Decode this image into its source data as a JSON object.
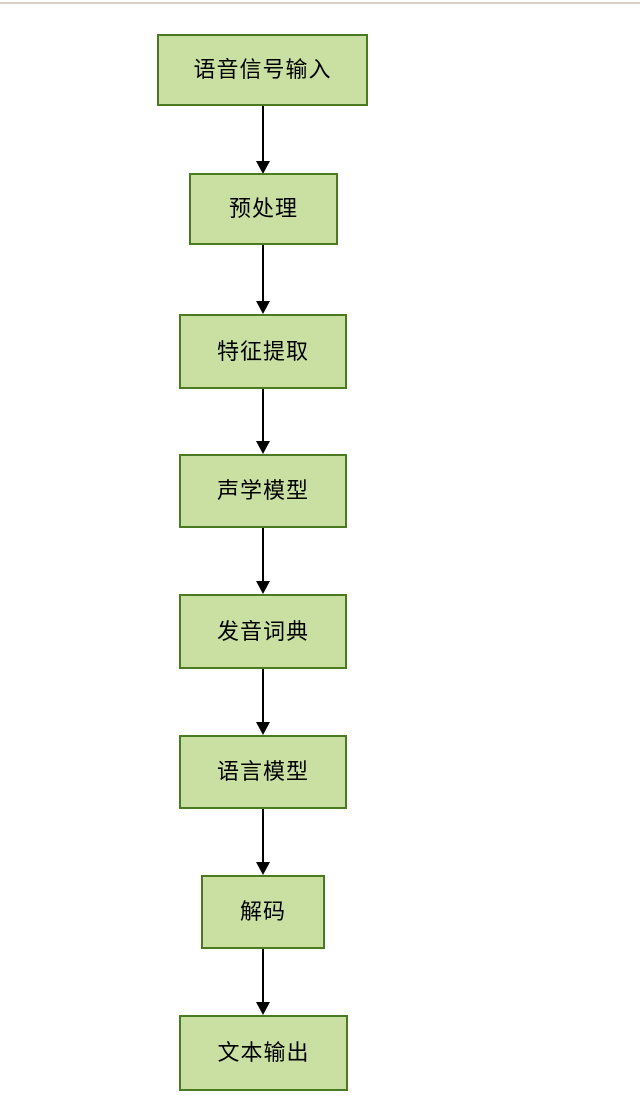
{
  "page": {
    "background": "#ffffff",
    "top_divider_color": "#d9d1c3"
  },
  "flowchart": {
    "node_fill": "#c9e0a2",
    "node_border": "#4a7a22",
    "arrow_color": "#000000",
    "text_color": "#000000",
    "nodes": [
      {
        "label": "语音信号输入"
      },
      {
        "label": "预处理"
      },
      {
        "label": "特征提取"
      },
      {
        "label": "声学模型"
      },
      {
        "label": "发音词典"
      },
      {
        "label": "语言模型"
      },
      {
        "label": "解码"
      },
      {
        "label": "文本输出"
      }
    ]
  }
}
